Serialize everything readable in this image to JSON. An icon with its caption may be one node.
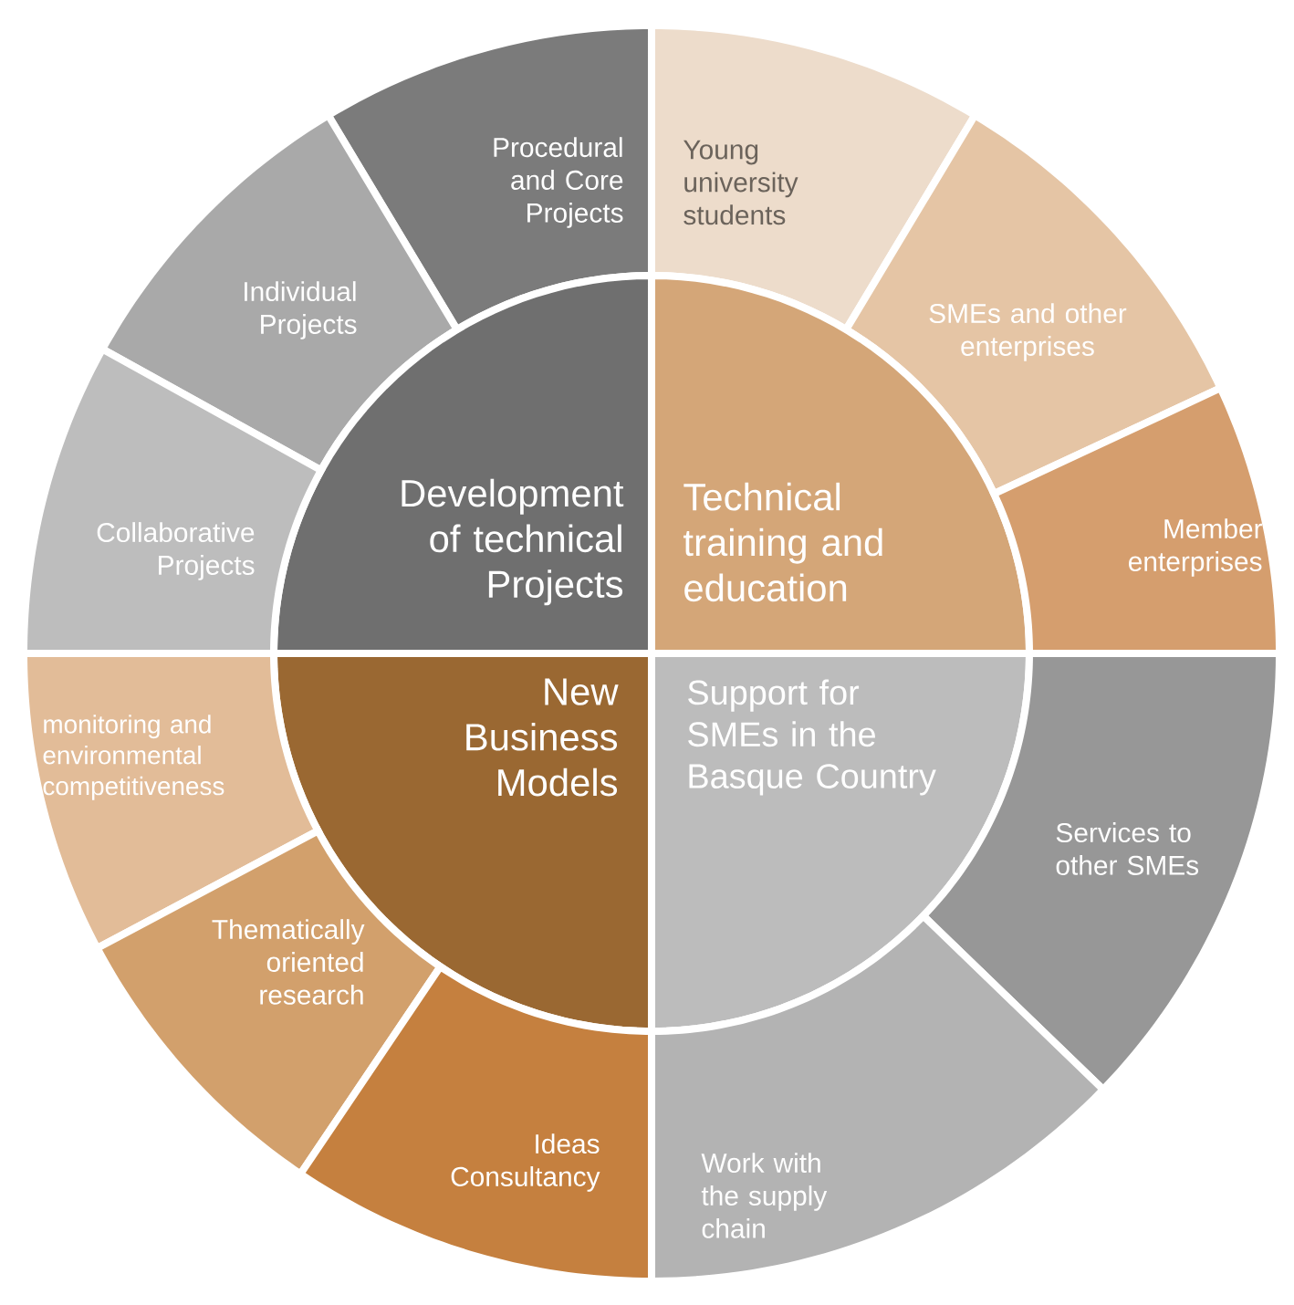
{
  "diagram": {
    "nodes": [
      {
        "text": [
          "Procedural and Core Projects"
        ]
      },
      {
        "text": [
          "Young university students"
        ]
      },
      {
        "text": [
          "Individual Projects"
        ]
      },
      {
        "text": [
          "SMEs and other enterprises"
        ]
      },
      {
        "text": [
          "Development of technical Projects"
        ]
      },
      {
        "text": [
          "Technical training and education"
        ]
      },
      {
        "text": [
          "Collaborative Projects"
        ]
      },
      {
        "text": [
          "Member enterprises"
        ]
      },
      {
        "text": [
          "New Business Models"
        ]
      },
      {
        "text": [
          "Support for SMEs in the Basque Country"
        ]
      },
      {
        "text": [
          "monitoring and environmental competitiveness"
        ]
      },
      {
        "text": [
          "Services to other SMEs"
        ]
      },
      {
        "text": [
          "Thematically oriented research"
        ]
      },
      {
        "text": [
          "Ideas Consultancy"
        ]
      },
      {
        "text": [
          "Work with the supply chain"
        ]
      }
    ]
  }
}
